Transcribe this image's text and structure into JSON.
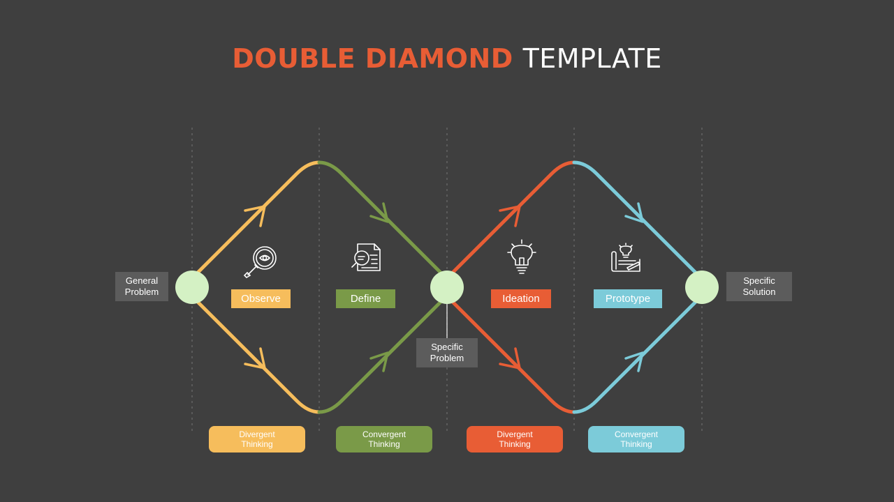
{
  "title": {
    "accent": "DOUBLE DIAMOND",
    "rest": "TEMPLATE"
  },
  "colors": {
    "observe": "#f6bd5c",
    "define": "#7a9a48",
    "ideation": "#e85d35",
    "prototype": "#7ccbd9",
    "node": "#d4f1c4",
    "box": "#5c5c5c",
    "background": "#3f3f3f"
  },
  "nodes": {
    "general_problem": "General\nProblem",
    "specific_problem": "Specific\nProblem",
    "specific_solution": "Specific\nSolution"
  },
  "phases": [
    {
      "label": "Observe",
      "icon": "magnifier-eye-icon"
    },
    {
      "label": "Define",
      "icon": "document-search-icon"
    },
    {
      "label": "Ideation",
      "icon": "lightbulb-icon"
    },
    {
      "label": "Prototype",
      "icon": "blueprint-idea-icon"
    }
  ],
  "thinking": [
    {
      "label": "Divergent\nThinking"
    },
    {
      "label": "Convergent\nThinking"
    },
    {
      "label": "Divergent\nThinking"
    },
    {
      "label": "Convergent\nThinking"
    }
  ]
}
